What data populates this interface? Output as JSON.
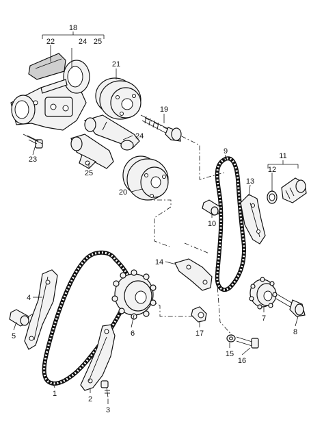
{
  "callouts": {
    "c1": "1",
    "c2": "2",
    "c3": "3",
    "c4": "4",
    "c5": "5",
    "c6": "6",
    "c7": "7",
    "c8": "8",
    "c9": "9",
    "c10": "10",
    "c11": "11",
    "c12": "12",
    "c13": "13",
    "c14": "14",
    "c15": "15",
    "c16": "16",
    "c17": "17",
    "c18": "18",
    "c19": "19",
    "c20": "20",
    "c21": "21",
    "c22": "22",
    "c23": "23",
    "c24a": "24",
    "c24b": "24",
    "c25a": "25",
    "c25b": "25"
  },
  "colors": {
    "ink": "#111111",
    "paper": "#ffffff",
    "part_fill": "#f2f2f2"
  }
}
